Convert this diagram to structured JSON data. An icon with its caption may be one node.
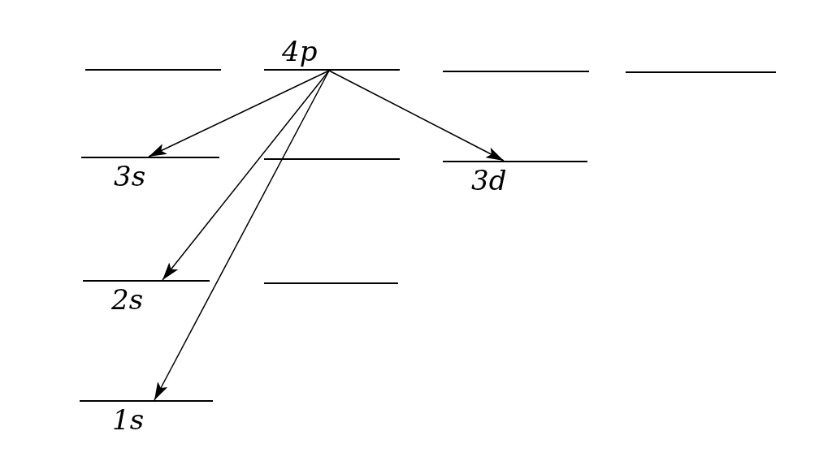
{
  "diagram": {
    "nodes": [
      {
        "text": [],
        "shape": "bar"
      },
      {
        "text": [
          "4p"
        ]
      },
      {
        "text": [],
        "shape": "bar"
      },
      {
        "text": [],
        "shape": "bar"
      },
      {
        "text": [
          "3s"
        ]
      },
      {
        "text": [],
        "shape": "bar"
      },
      {
        "text": [
          "3d"
        ]
      },
      {
        "text": [
          "2s"
        ]
      },
      {
        "text": [],
        "shape": "bar"
      },
      {
        "text": [
          "1s"
        ]
      }
    ],
    "edges": [
      {
        "from": 1,
        "to": 4,
        "arrow": "to"
      },
      {
        "from": 1,
        "to": 7,
        "arrow": "to"
      },
      {
        "from": 1,
        "to": 9,
        "arrow": "to"
      },
      {
        "from": 1,
        "to": 6,
        "arrow": "to"
      }
    ]
  }
}
